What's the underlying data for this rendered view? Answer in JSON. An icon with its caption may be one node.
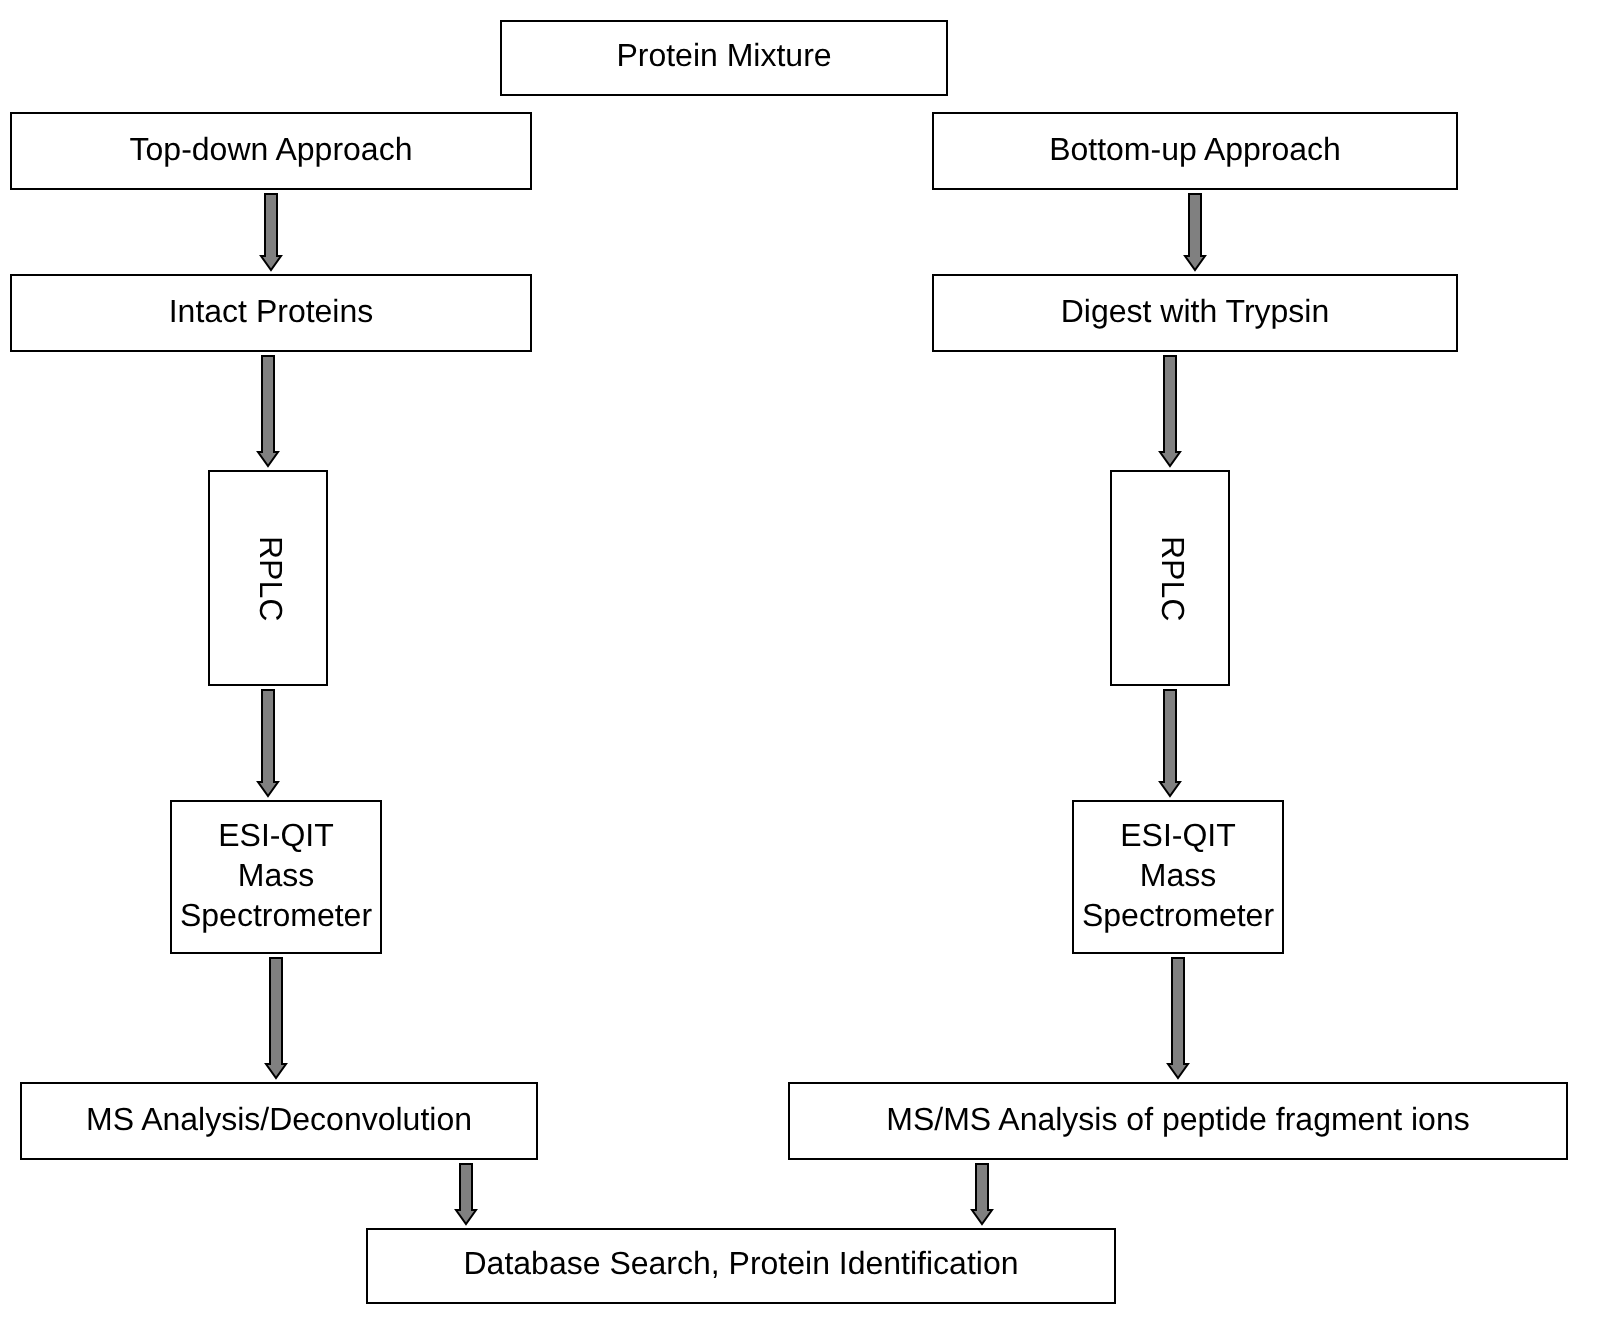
{
  "diagram": {
    "nodes": [
      {
        "text": [
          "Protein Mixture"
        ]
      },
      {
        "text": [
          "Top-down Approach"
        ]
      },
      {
        "text": [
          "Bottom-up Approach"
        ]
      },
      {
        "text": [
          "Intact Proteins"
        ]
      },
      {
        "text": [
          "Digest with Trypsin"
        ]
      },
      {
        "text": [
          "RPLC"
        ]
      },
      {
        "text": [
          "RPLC"
        ]
      },
      {
        "text": [
          "ESI-QIT Mass Spectrometer"
        ]
      },
      {
        "text": [
          "ESI-QIT Mass Spectrometer"
        ]
      },
      {
        "text": [
          "MS Analysis/Deconvolution"
        ]
      },
      {
        "text": [
          "MS/MS Analysis of peptide fragment ions"
        ]
      },
      {
        "text": [
          "Database Search, Protein Identification"
        ]
      }
    ],
    "edges": [
      {
        "from": 1,
        "to": 3,
        "arrow": "to"
      },
      {
        "from": 2,
        "to": 4,
        "arrow": "to"
      },
      {
        "from": 3,
        "to": 5,
        "arrow": "to"
      },
      {
        "from": 4,
        "to": 6,
        "arrow": "to"
      },
      {
        "from": 5,
        "to": 7,
        "arrow": "to"
      },
      {
        "from": 6,
        "to": 8,
        "arrow": "to"
      },
      {
        "from": 7,
        "to": 9,
        "arrow": "to"
      },
      {
        "from": 8,
        "to": 10,
        "arrow": "to"
      },
      {
        "from": 9,
        "to": 11,
        "arrow": "to"
      },
      {
        "from": 10,
        "to": 11,
        "arrow": "to"
      }
    ]
  }
}
